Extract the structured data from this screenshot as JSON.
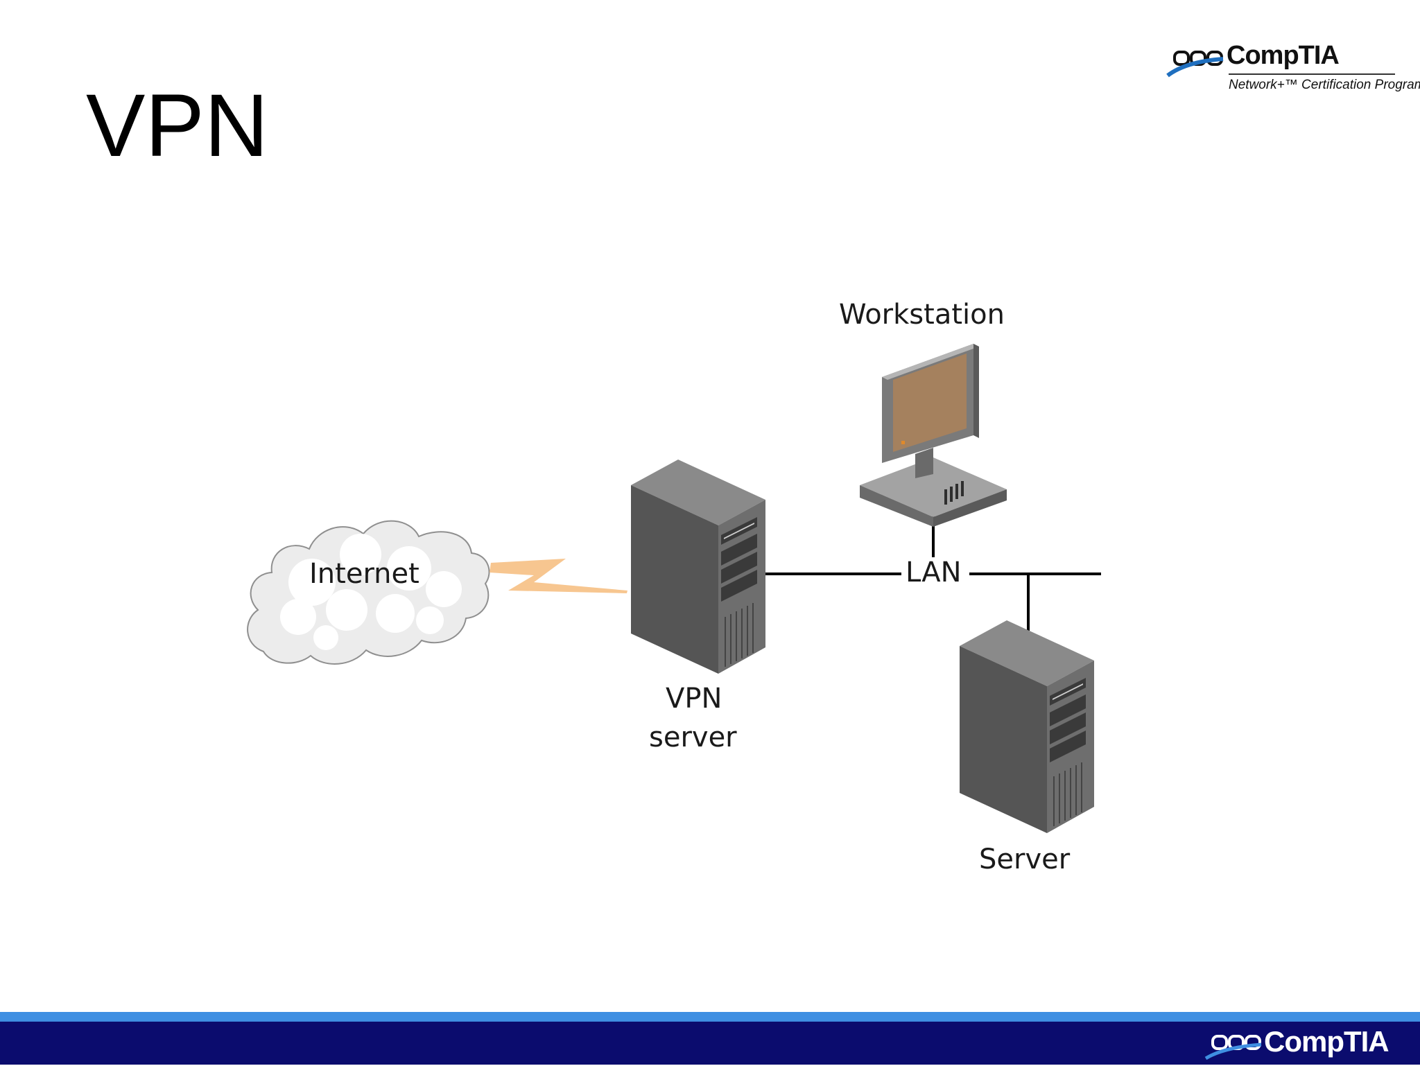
{
  "slide": {
    "title": "VPN"
  },
  "logo": {
    "brand": "CompTIA",
    "tagline": "Network+™ Certification Program"
  },
  "diagram": {
    "nodes": {
      "internet": "Internet",
      "vpn_server": [
        "VPN",
        "server"
      ],
      "lan": "LAN",
      "workstation": "Workstation",
      "server": "Server"
    }
  },
  "colors": {
    "footer_dark": "#0b0c6e",
    "footer_light": "#3f8fe2",
    "server_body": "#5a5a5a",
    "lightning": "#f7c690",
    "monitor_screen": "#a5815e"
  },
  "icons": [
    "cloud-icon",
    "lightning-icon",
    "server-tower-icon",
    "workstation-icon",
    "comptia-logo-icon"
  ]
}
